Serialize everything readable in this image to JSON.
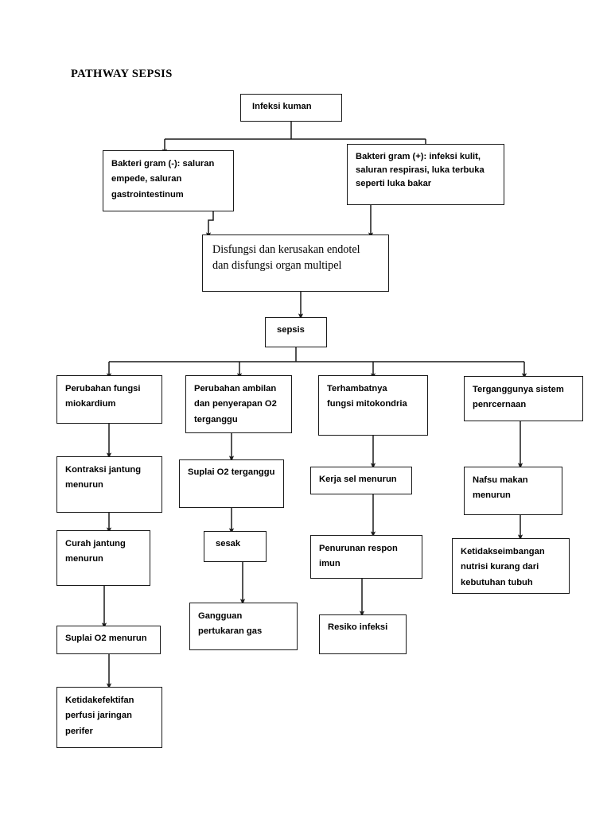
{
  "title": "PATHWAY SEPSIS",
  "nodes": {
    "infeksi_kuman": "Infeksi kuman",
    "gram_neg": "Bakteri gram (-): saluran\nempede, saluran\ngastrointestinum",
    "gram_pos": "Bakteri gram (+): infeksi kulit,\nsaluran respirasi, luka terbuka\nseperti luka bakar",
    "disfungsi": "Disfungsi dan kerusakan endotel\ndan disfungsi organ multipel",
    "sepsis": "sepsis",
    "c1_1": "Perubahan fungsi\nmiokardium",
    "c1_2": "Kontraksi jantung\nmenurun",
    "c1_3": "Curah jantung\nmenurun",
    "c1_4": "Suplai O2 menurun",
    "c1_5": "Ketidakefektifan\nperfusi jaringan\nperifer",
    "c2_1": "Perubahan ambilan\ndan penyerapan O2\nterganggu",
    "c2_2": "Suplai O2 terganggu",
    "c2_3": "sesak",
    "c2_4": "Gangguan\npertukaran gas",
    "c3_1": "Terhambatnya\nfungsi mitokondria",
    "c3_2": "Kerja sel menurun",
    "c3_3": "Penurunan respon\nimun",
    "c3_4": "Resiko infeksi",
    "c4_1": "Terganggunya sistem\npenrcernaan",
    "c4_2": "Nafsu makan\nmenurun",
    "c4_3": "Ketidakseimbangan\nnutrisi kurang dari\nkebutuhan tubuh"
  },
  "colors": {
    "stroke": "#1a1a1a",
    "background": "#ffffff",
    "text": "#000000"
  },
  "chart_data": {
    "type": "diagram",
    "title": "PATHWAY SEPSIS",
    "orientation": "top-down",
    "node_labels": [
      "Infeksi kuman",
      "Bakteri gram (-): saluran empede, saluran gastrointestinum",
      "Bakteri gram (+): infeksi kulit, saluran respirasi, luka terbuka seperti luka bakar",
      "Disfungsi dan kerusakan endotel dan disfungsi organ multipel",
      "sepsis",
      "Perubahan fungsi miokardium",
      "Kontraksi jantung menurun",
      "Curah jantung menurun",
      "Suplai O2 menurun",
      "Ketidakefektifan perfusi jaringan perifer",
      "Perubahan ambilan dan penyerapan O2 terganggu",
      "Suplai O2 terganggu",
      "sesak",
      "Gangguan pertukaran gas",
      "Terhambatnya fungsi mitokondria",
      "Kerja sel menurun",
      "Penurunan respon imun",
      "Resiko infeksi",
      "Terganggunya sistem penrcernaan",
      "Nafsu makan menurun",
      "Ketidakseimbangan nutrisi kurang dari kebutuhan tubuh"
    ],
    "edges": [
      [
        "Infeksi kuman",
        "Bakteri gram (-): saluran empede, saluran gastrointestinum"
      ],
      [
        "Infeksi kuman",
        "Bakteri gram (+): infeksi kulit, saluran respirasi, luka terbuka seperti luka bakar"
      ],
      [
        "Bakteri gram (-): saluran empede, saluran gastrointestinum",
        "Disfungsi dan kerusakan endotel dan disfungsi organ multipel"
      ],
      [
        "Bakteri gram (+): infeksi kulit, saluran respirasi, luka terbuka seperti luka bakar",
        "Disfungsi dan kerusakan endotel dan disfungsi organ multipel"
      ],
      [
        "Disfungsi dan kerusakan endotel dan disfungsi organ multipel",
        "sepsis"
      ],
      [
        "sepsis",
        "Perubahan fungsi miokardium"
      ],
      [
        "sepsis",
        "Perubahan ambilan dan penyerapan O2 terganggu"
      ],
      [
        "sepsis",
        "Terhambatnya fungsi mitokondria"
      ],
      [
        "sepsis",
        "Terganggunya sistem penrcernaan"
      ],
      [
        "Perubahan fungsi miokardium",
        "Kontraksi jantung menurun"
      ],
      [
        "Kontraksi jantung menurun",
        "Curah jantung menurun"
      ],
      [
        "Curah jantung menurun",
        "Suplai O2 menurun"
      ],
      [
        "Suplai O2 menurun",
        "Ketidakefektifan perfusi jaringan perifer"
      ],
      [
        "Perubahan ambilan dan penyerapan O2 terganggu",
        "Suplai O2 terganggu"
      ],
      [
        "Suplai O2 terganggu",
        "sesak"
      ],
      [
        "sesak",
        "Gangguan pertukaran gas"
      ],
      [
        "Terhambatnya fungsi mitokondria",
        "Kerja sel menurun"
      ],
      [
        "Kerja sel menurun",
        "Penurunan respon imun"
      ],
      [
        "Penurunan respon imun",
        "Resiko infeksi"
      ],
      [
        "Terganggunya sistem penrcernaan",
        "Nafsu makan menurun"
      ],
      [
        "Nafsu makan menurun",
        "Ketidakseimbangan nutrisi kurang dari kebutuhan tubuh"
      ]
    ]
  }
}
